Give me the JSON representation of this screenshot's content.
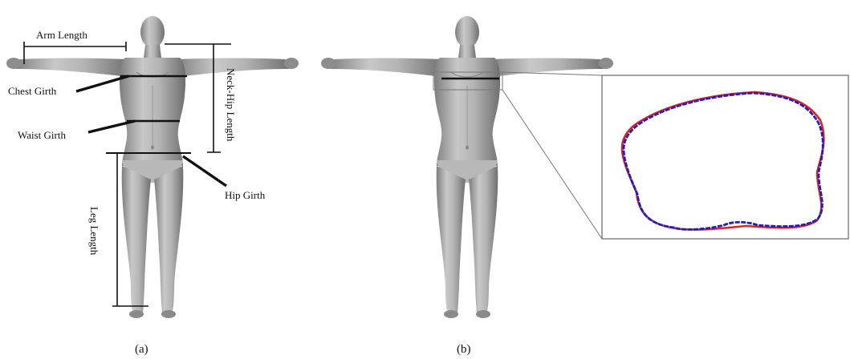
{
  "panel_a": {
    "caption": "(a)",
    "labels": {
      "arm_length": "Arm Length",
      "chest_girth": "Chest Girth",
      "waist_girth": "Waist Girth",
      "hip_girth": "Hip Girth",
      "neck_hip_length": "Neck-Hip Length",
      "leg_length": "Leg Length"
    }
  },
  "panel_b": {
    "caption": "(b)"
  },
  "colors": {
    "body_fill": "#a9a9a9",
    "body_shade": "#7d7d7d",
    "measure_line": "#111111",
    "contour_red": "#e0202a",
    "contour_blue": "#2020b8"
  }
}
